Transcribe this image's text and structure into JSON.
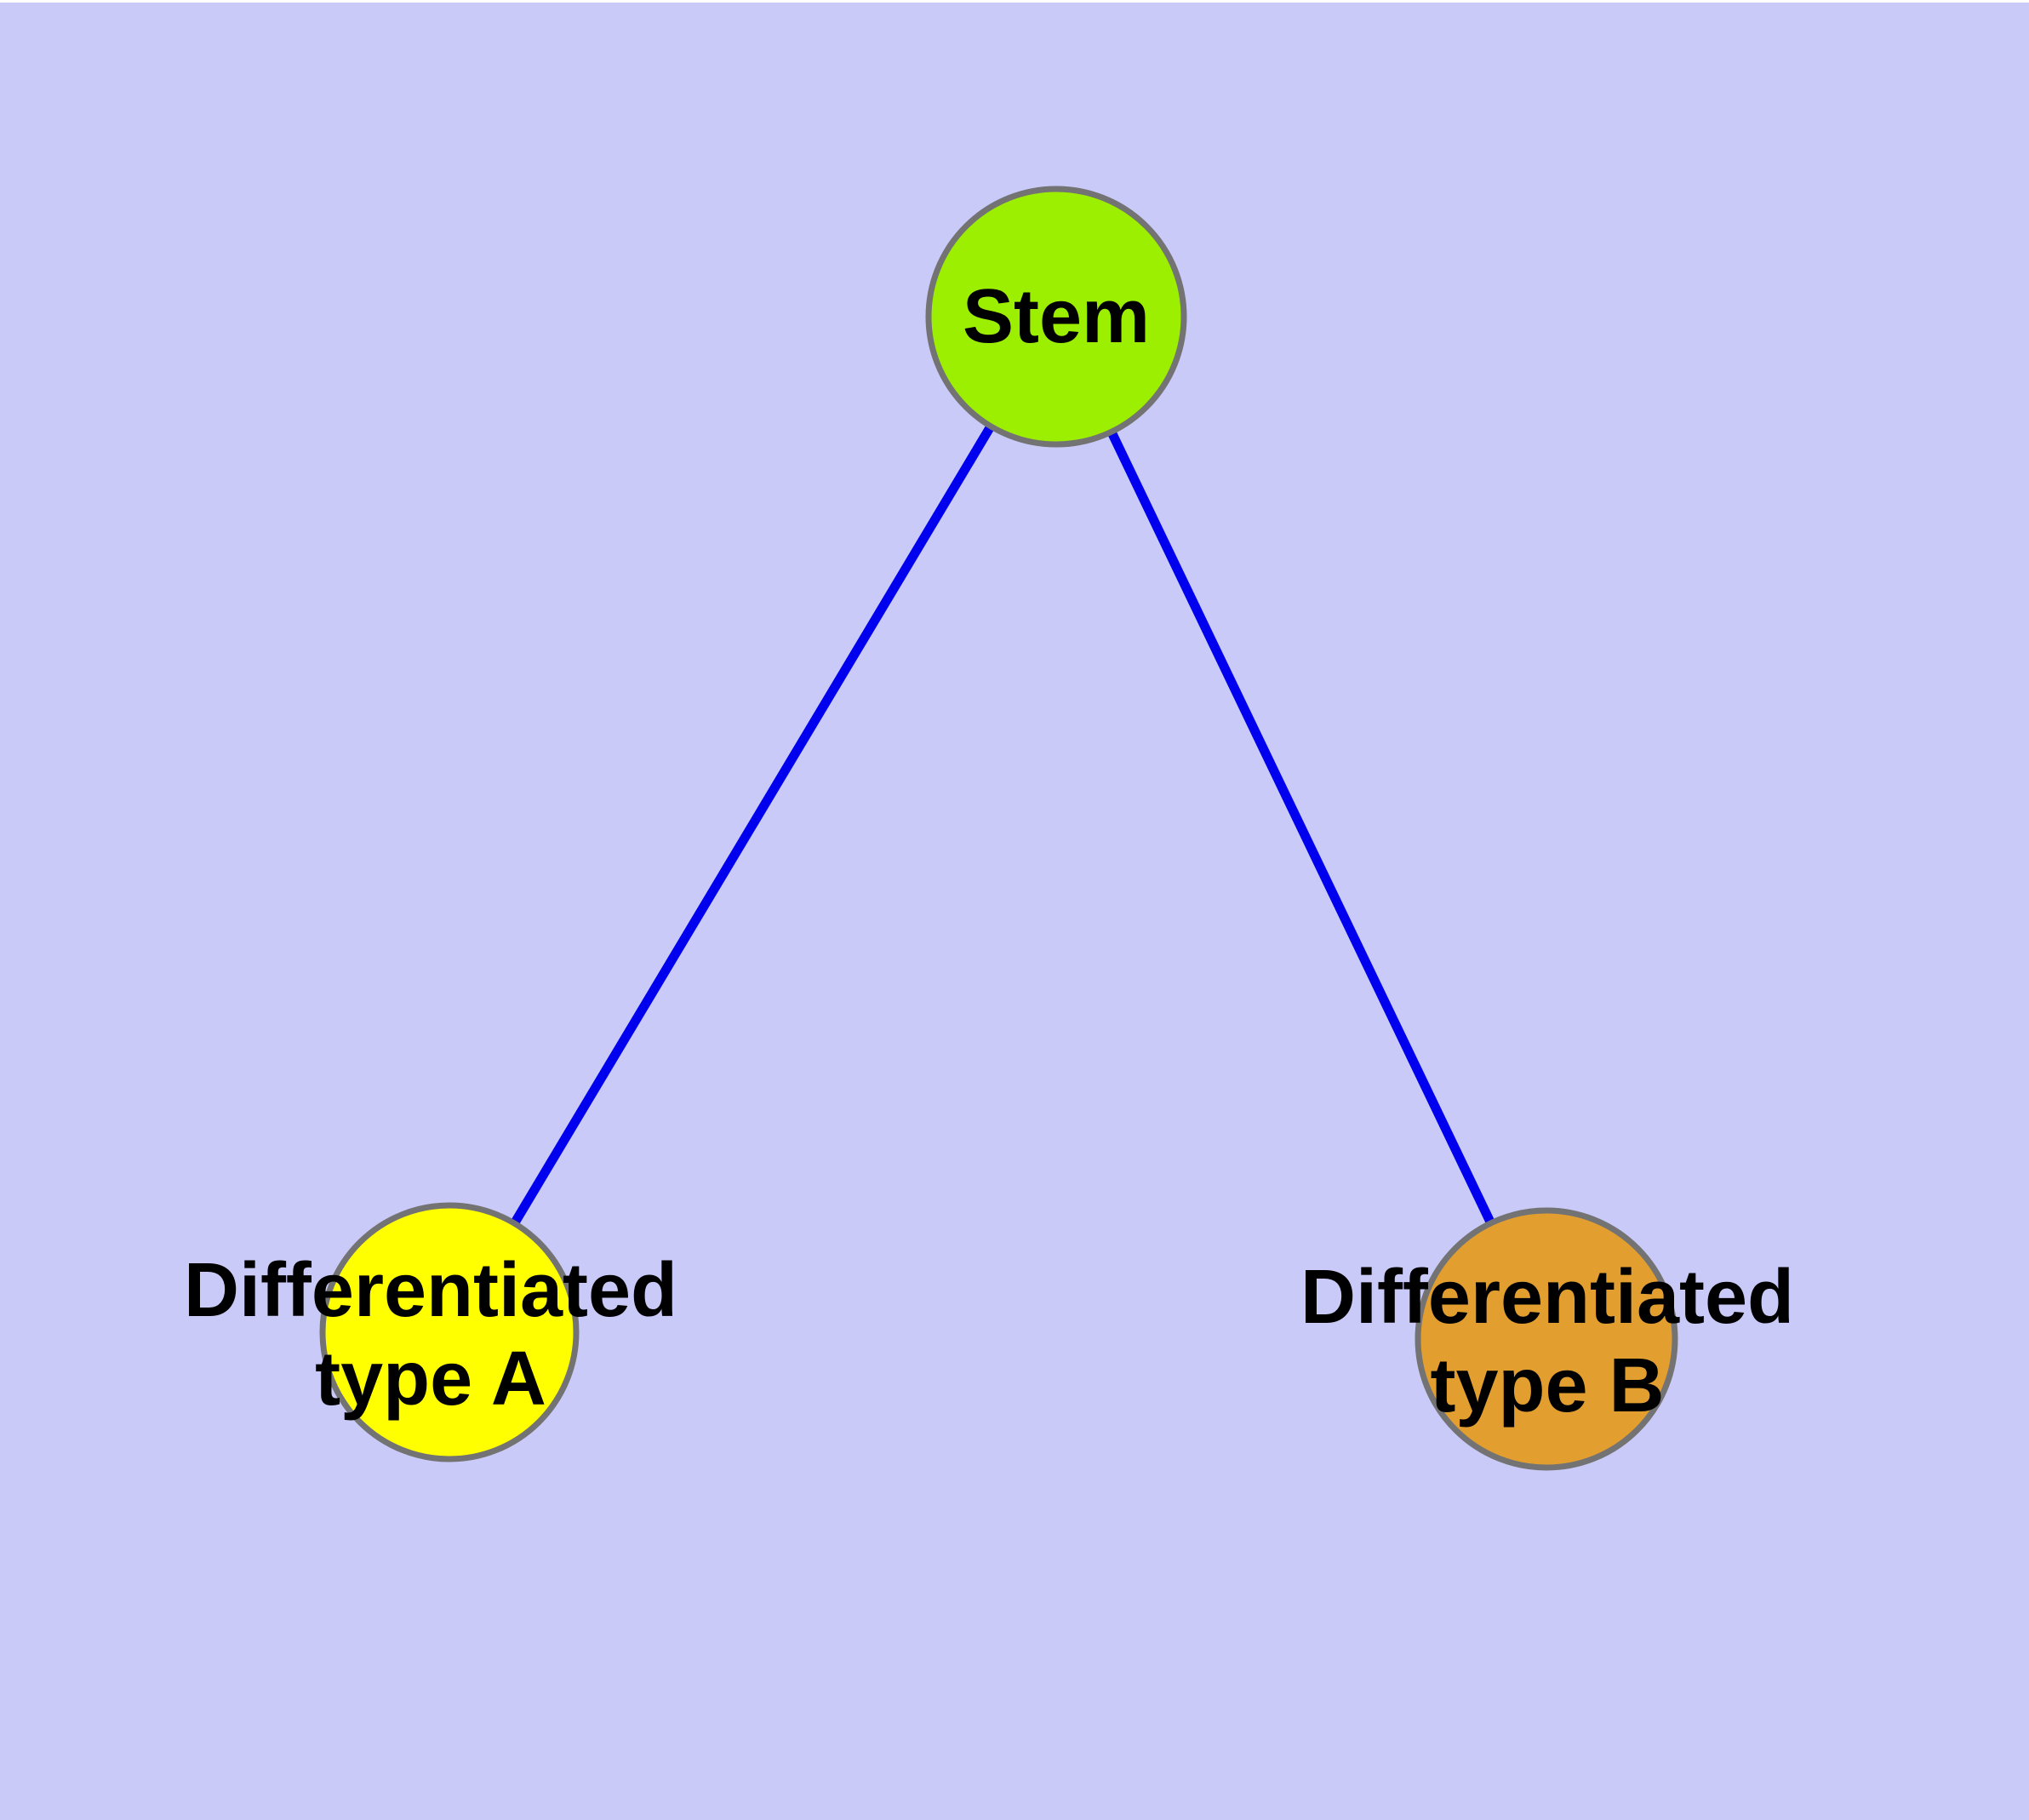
{
  "diagram": {
    "background_color": "#CACAF8",
    "top_edge_color": "#FFFFFF",
    "edge_color": "#0000EE",
    "node_border_color": "#737373",
    "text_color": "#000000",
    "nodes": [
      {
        "id": "stem",
        "label": "Stem",
        "label_lines": [
          "Stem"
        ],
        "fill_color": "#9CEF00"
      },
      {
        "id": "type-a",
        "label": "Differentiated type A",
        "label_lines": [
          "Differentiated",
          "type A"
        ],
        "fill_color": "#FFFF00"
      },
      {
        "id": "type-b",
        "label": "Differentiated type B",
        "label_lines": [
          "Differentiated",
          "type B"
        ],
        "fill_color": "#E29F30"
      }
    ],
    "edges": [
      {
        "from": "Stem",
        "to": "Differentiated type A"
      },
      {
        "from": "Stem",
        "to": "Differentiated type B"
      }
    ]
  }
}
